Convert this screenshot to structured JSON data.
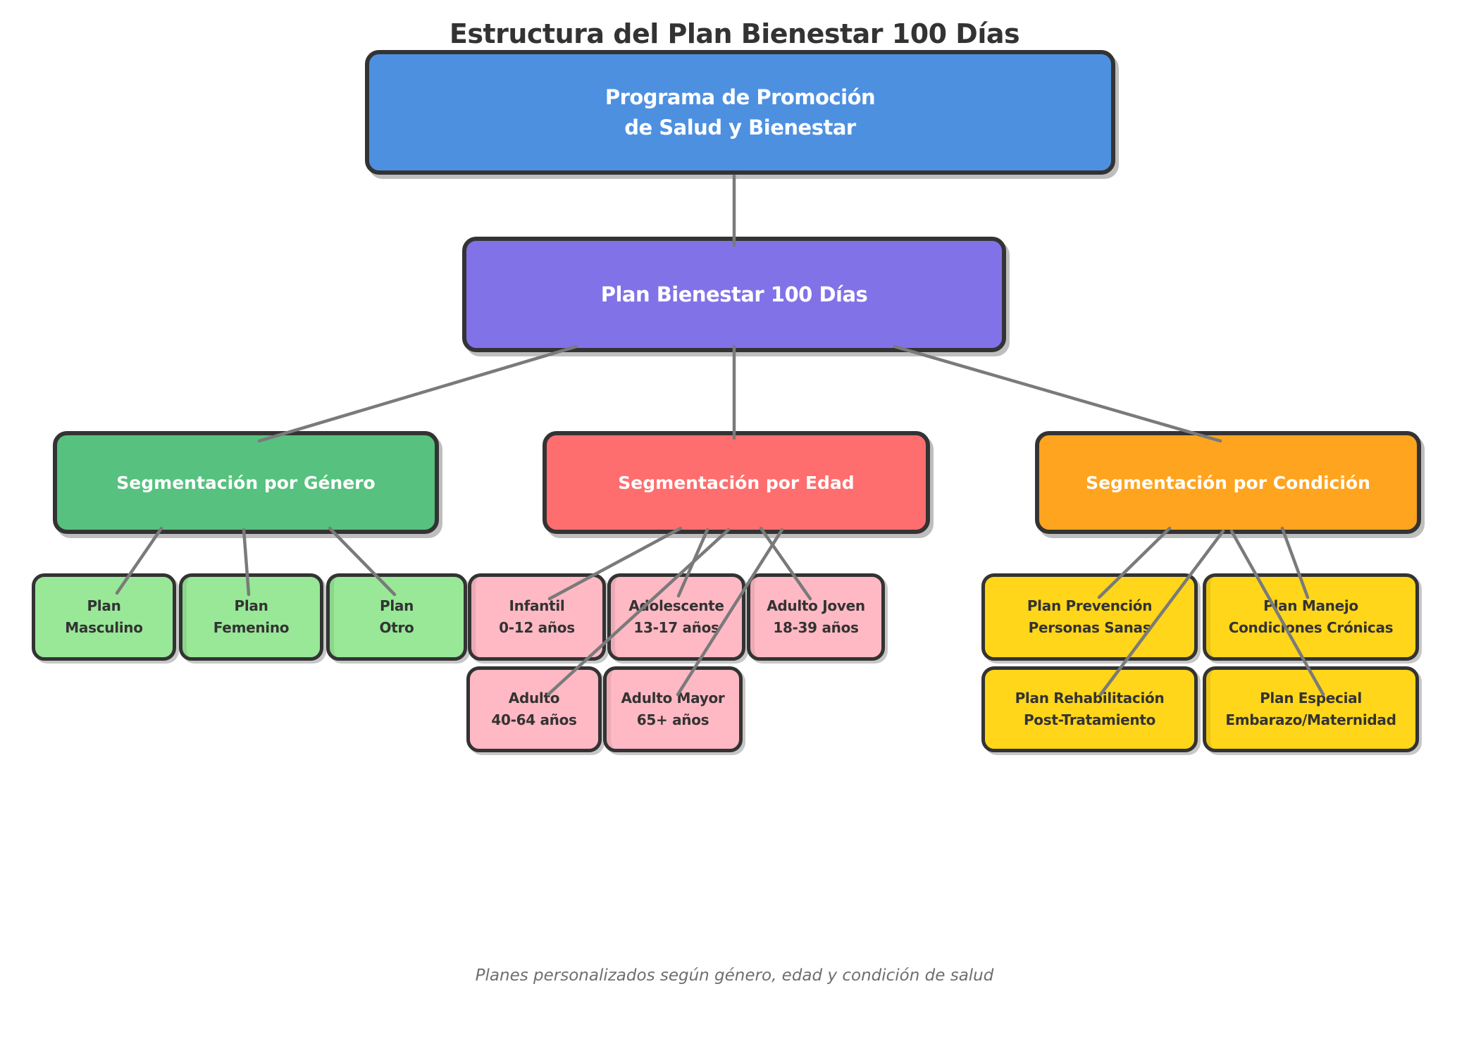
{
  "title": "Estructura del Plan Bienestar 100 Días",
  "caption": "Planes personalizados según género, edad y condición de salud",
  "colors": {
    "program": "#4E90E0",
    "plan": "#8172E8",
    "genero": "#57C17F",
    "edad": "#FF6E6E",
    "condicion": "#FFA41F",
    "genero_child": "#98E898",
    "edad_child": "#FFB9C4",
    "condicion_child": "#FFD61A",
    "border": "#333333",
    "connector": "#7A7A7A"
  },
  "nodes": {
    "program": {
      "label": "Programa de Promoción\nde Salud y Bienestar"
    },
    "plan": {
      "label": "Plan Bienestar 100 Días"
    },
    "genero": {
      "label": "Segmentación por Género"
    },
    "edad": {
      "label": "Segmentación por Edad"
    },
    "condicion": {
      "label": "Segmentación por Condición"
    },
    "genero_children": [
      {
        "label": "Plan\nMasculino"
      },
      {
        "label": "Plan\nFemenino"
      },
      {
        "label": "Plan\nOtro"
      }
    ],
    "edad_children": [
      {
        "label": "Infantil\n0-12 años"
      },
      {
        "label": "Adolescente\n13-17 años"
      },
      {
        "label": "Adulto Joven\n18-39 años"
      },
      {
        "label": "Adulto\n40-64 años"
      },
      {
        "label": "Adulto Mayor\n65+ años"
      }
    ],
    "condicion_children": [
      {
        "label": "Plan Prevención\nPersonas Sanas"
      },
      {
        "label": "Plan Manejo\nCondiciones Crónicas"
      },
      {
        "label": "Plan Rehabilitación\nPost-Tratamiento"
      },
      {
        "label": "Plan Especial\nEmbarazo/Maternidad"
      }
    ]
  }
}
